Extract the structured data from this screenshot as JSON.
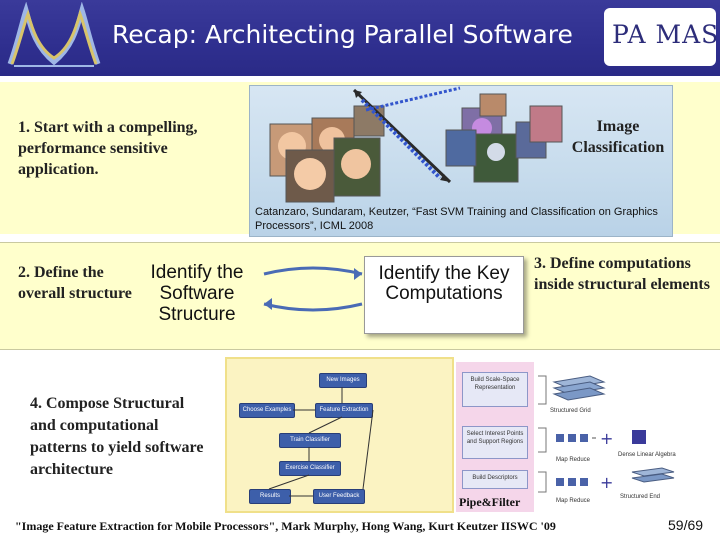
{
  "header": {
    "title": "Recap: Architecting Parallel Software",
    "logo_right_text": "PA MAS"
  },
  "step1": {
    "text": "1. Start with a compelling, performance sensitive application.",
    "image_label": "Image Classification",
    "citation": "Catanzaro, Sundaram, Keutzer, “Fast SVM Training and Classification on Graphics Processors”, ICML 2008"
  },
  "step2": {
    "text_line1": "2. Define the",
    "text_line2": "overall structure",
    "box_text": "Identify the Software Structure"
  },
  "computations": {
    "box_text": "Identify the Key Computations"
  },
  "step3": {
    "text": "3. Define computations inside structural elements"
  },
  "step4": {
    "text": "4. Compose Structural and computational patterns to yield software architecture",
    "flow_boxes": [
      "New Images",
      "Choose Examples",
      "Feature Extraction",
      "Train Classifier",
      "Exercise Classifier",
      "Results",
      "User Feedback"
    ],
    "pipe_boxes": [
      "Build Scale-Space Representation",
      "Select Interest Points and Support Regions",
      "Build Descriptors"
    ],
    "pattern_labels": [
      "Structured Grid",
      "Map Reduce",
      "Dense Linear Algebra",
      "Map Reduce",
      "Structured End"
    ],
    "pipe_label": "Pipe&Filter"
  },
  "footer": {
    "citation": "\"Image Feature Extraction for Mobile Processors\", Mark Murphy, Hong Wang, Kurt Keutzer IISWC '09",
    "page_number": "59/69"
  },
  "colors": {
    "header_bg": "#2f2f8f",
    "band_bg": "#ffffcc",
    "flow_box": "#3d5faa",
    "pipe_bg": "#f5d6ea"
  }
}
